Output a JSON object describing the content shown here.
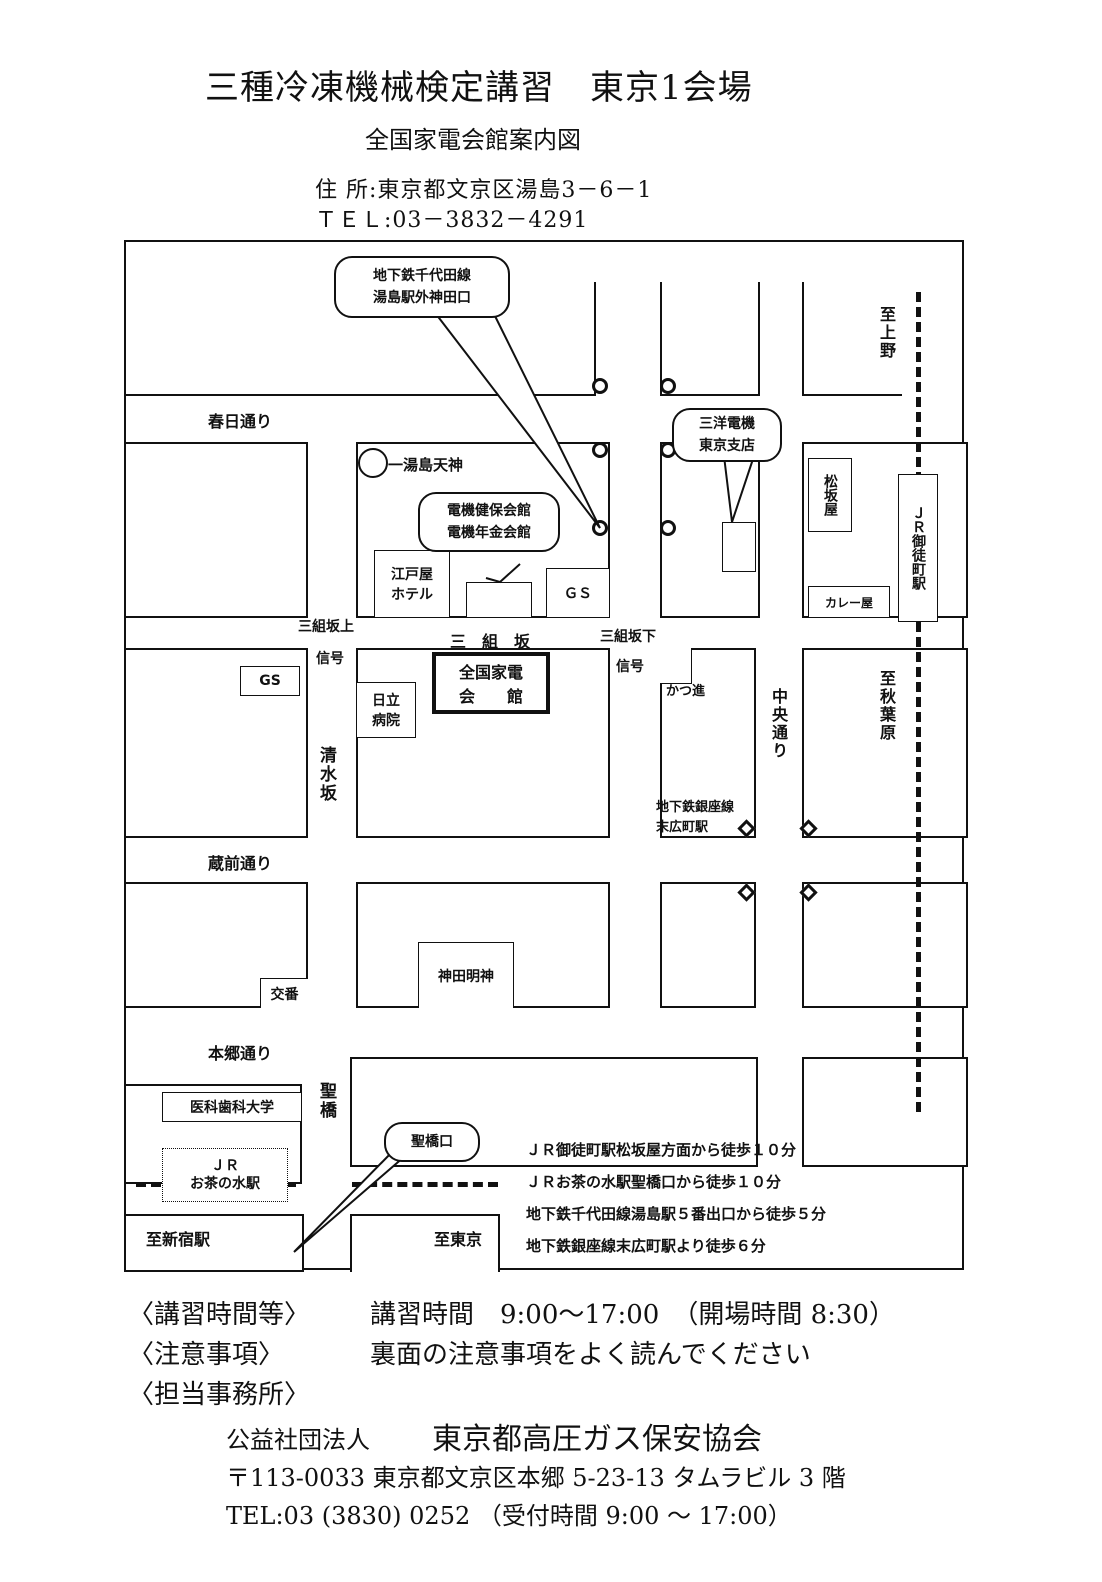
{
  "header": {
    "title": "三種冷凍機械検定講習　東京1会場",
    "subtitle": "全国家電会館案内図",
    "address": "住 所:東京都文京区湯島3－6－1",
    "tel": "ＴＥＬ:03－3832－4291"
  },
  "map": {
    "callouts": {
      "subway_exit_line1": "地下鉄千代田線",
      "subway_exit_line2": "湯島駅外神田口",
      "sanyo_line1": "三洋電機",
      "sanyo_line2": "東京支店",
      "hall_line1": "電機健保会館",
      "hall_line2": "電機年金会館",
      "seikyo_exit": "聖橋口"
    },
    "streets": {
      "kasuga": "春日通り",
      "kuramae": "蔵前通り",
      "hongo": "本郷通り",
      "shimizuzaka": "清水坂",
      "chuo": "中央通り",
      "seikyo": "聖橋",
      "sankumizaka": "三　組　坂",
      "sankumizaka_ue": "三組坂上",
      "sankumizaka_shita": "三組坂下",
      "signal_left": "信号",
      "signal_right": "信号"
    },
    "directions": {
      "to_ueno": "至上野",
      "to_akihabara": "至秋葉原",
      "to_shinjuku": "至新宿駅",
      "to_tokyo": "至東京"
    },
    "places": {
      "yushima_tenjin": "一湯島天神",
      "edoya_hotel_1": "江戸屋",
      "edoya_hotel_2": "ホテル",
      "gs_top": "ＧＳ",
      "gs_left": "GS",
      "zenkoku_kaden_1": "全国家電",
      "zenkoku_kaden_2": "会　　館",
      "hitachi_1": "日立",
      "hitachi_2": "病院",
      "katsuya": "かつ進",
      "matsuzakaya": "松坂屋",
      "curry": "カレー屋",
      "jr_okachimachi": "ＪＲ御徒町駅",
      "ginza_line_1": "地下鉄銀座線",
      "ginza_line_2": "末広町駅",
      "kanda_myojin": "神田明神",
      "koban": "交番",
      "ika_shika": "医科歯科大学",
      "jr_ochanomizu_1": "ＪＲ",
      "jr_ochanomizu_2": "お茶の水駅"
    },
    "access": [
      "ＪＲ御徒町駅松坂屋方面から徒歩１０分",
      "ＪＲお茶の水駅聖橋口から徒歩１０分",
      "地下鉄千代田線湯島駅５番出口から徒歩５分",
      "地下鉄銀座線末広町駅より徒歩６分"
    ]
  },
  "info": {
    "time_label": "〈講習時間等〉",
    "time_text": "講習時間　9:00～17:00　（開場時間 8:30）",
    "notes_label": "〈注意事項〉",
    "notes_text": "裏面の注意事項をよく読んでください",
    "office_label": "〈担当事務所〉",
    "org_prefix": "公益社団法人",
    "org_name": "東京都高圧ガス保安協会",
    "org_address": "〒113-0033 東京都文京区本郷 5-23-13 タムラビル 3 階",
    "org_tel": "TEL:03 (3830) 0252 （受付時間 9:00 ～ 17:00）"
  }
}
